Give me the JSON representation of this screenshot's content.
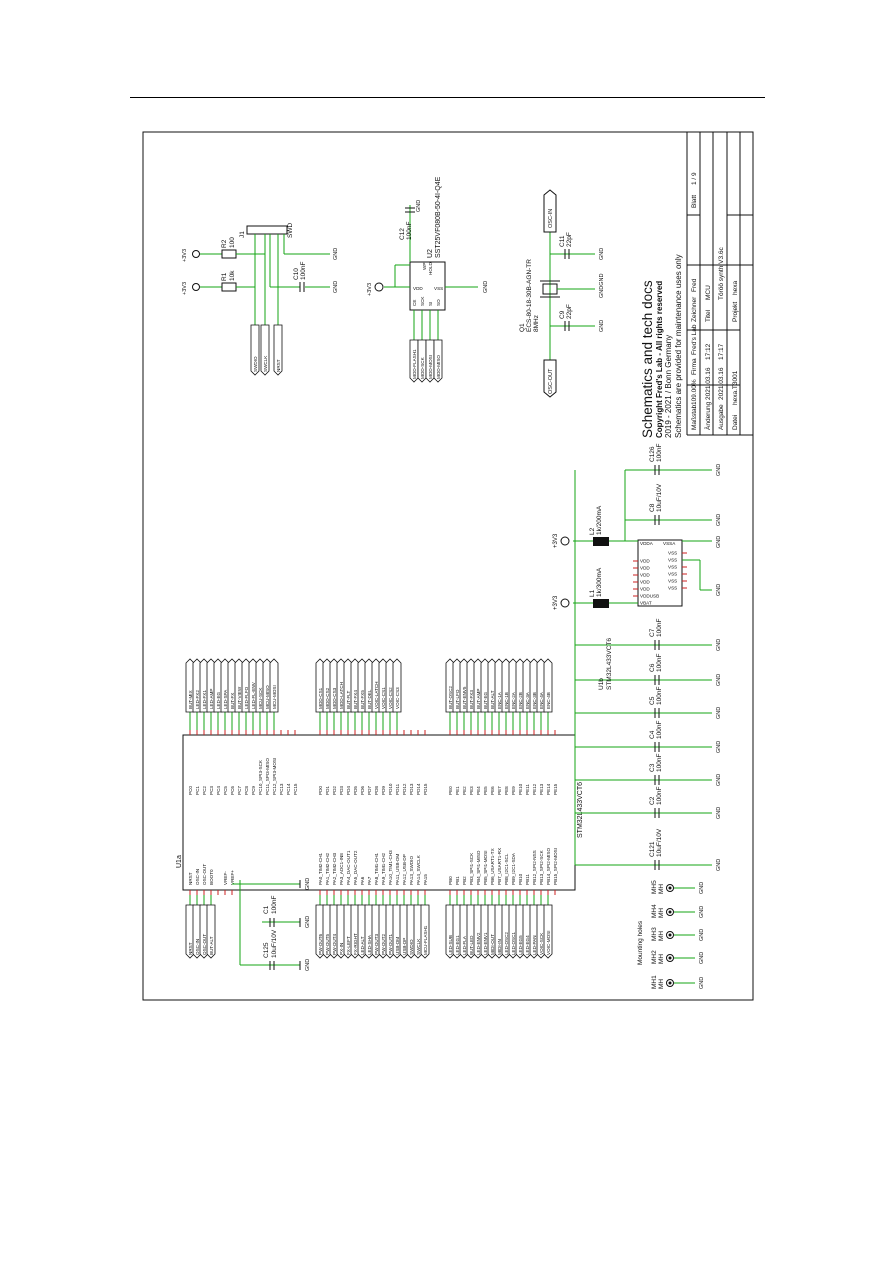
{
  "title_block": {
    "heading": "Schematics and tech docs",
    "copyright": "Copyright Fred's Lab - All rights reserved",
    "address": "2019 - 2021 / Bonn Germany",
    "note": "Schematics are provided for maintenance uses only",
    "rows": [
      {
        "label": "Maßstab",
        "value": "109.00%",
        "label2": "Firma",
        "value2": "Fred's Lab"
      },
      {
        "label": "Änderung",
        "value": "2021.03.16",
        "value_b": "17:12",
        "label2": "Titel",
        "value2": "MCU"
      },
      {
        "label": "Ausgabe",
        "value": "2021.03.16",
        "value_b": "17:17",
        "label2": "",
        "value2": "Töröö synth V3.6c"
      },
      {
        "label": "Datei",
        "value": "hexa.T3001",
        "label2": "Projekt",
        "value2": "hexa"
      }
    ],
    "zeichner_label": "Zeichner",
    "zeichner_value": "Fred",
    "blatt_label": "Blatt",
    "blatt_value": "1 / 9"
  },
  "parts": {
    "u1a": "U1a",
    "u1a_part": "STM32L433VCT6",
    "u1b": "U1b",
    "u1b_part": "STM32L433VCT6",
    "u2": "U2",
    "u2_part": "SST25VF080B-50-4I-Q4E",
    "q1": "Q1",
    "q1_part": "ECS-80-18-30B-AGN-TR",
    "q1_value": "8MHz",
    "j1": "J1",
    "j1_value": "SWD",
    "r1": "R1",
    "r1_value": "10k",
    "r2": "R2",
    "r2_value": "100",
    "l1": "L1",
    "l1_value": "1k/300mA",
    "l2": "L2",
    "l2_value": "1k/200mA",
    "mounting": "Mounting holes"
  },
  "power": {
    "vcc": "+3V3",
    "gnd": "GND",
    "gndgnd": "GNDGND"
  },
  "caps_bottom": [
    {
      "ref": "C121",
      "value": "10uF/10V"
    },
    {
      "ref": "C2",
      "value": "100nF"
    },
    {
      "ref": "C3",
      "value": "100nF"
    },
    {
      "ref": "C4",
      "value": "100nF"
    },
    {
      "ref": "C5",
      "value": "100nF"
    },
    {
      "ref": "C6",
      "value": "100nF"
    },
    {
      "ref": "C7",
      "value": "100nF"
    }
  ],
  "caps_right": [
    {
      "ref": "C8",
      "value": "10uF/10V"
    },
    {
      "ref": "C126",
      "value": "100nF"
    }
  ],
  "caps_misc": [
    {
      "ref": "C1",
      "value": "100nF"
    },
    {
      "ref": "C125",
      "value": "10uF/10V"
    },
    {
      "ref": "C9",
      "value": "22pF"
    },
    {
      "ref": "C11",
      "value": "22pF"
    },
    {
      "ref": "C10",
      "value": "100nF"
    },
    {
      "ref": "C12",
      "value": "100nF"
    }
  ],
  "mounting_holes": [
    {
      "ref": "MH1",
      "type": "MH"
    },
    {
      "ref": "MH2",
      "type": "MH"
    },
    {
      "ref": "MH3",
      "type": "MH"
    },
    {
      "ref": "MH4",
      "type": "MH"
    },
    {
      "ref": "MH5",
      "type": "MH"
    }
  ],
  "u1a_left_nets": [
    "NRST",
    "OSC-IN",
    "OSC-OUT",
    "BUT-ALT"
  ],
  "u1a_left_pins": [
    "NRST",
    "OSC-IN",
    "OSC-OUT",
    "BOOT0",
    "",
    "VREF-",
    "VREF+"
  ],
  "u1a_pa_pins": [
    "PA0_TIM2-CH1",
    "PA1_TIM2-CH2",
    "PA2_TIM2-CH3",
    "PA3_ADC1-IN8",
    "PA4_DAC-OUT1",
    "PA5_DAC-OUT2",
    "PA6",
    "PA7",
    "PA8_TIM1-CH1",
    "PA9_TIM1-CH2",
    "PA10_TIM1-CH3",
    "PA11_USB-DM",
    "PA12_USB-DP",
    "PA13_SWDIO",
    "PA14_SWCLK",
    "PA15"
  ],
  "u1a_pa_nets": [
    "PW-OUT6",
    "PW-OUT5",
    "PW-OUT4",
    "PX-IN",
    "FX-LEFT",
    "FX-RIGHT",
    "LED-ALT",
    "LED-SHA",
    "PW-OUT3",
    "PW-OUT2",
    "PW-OUT1",
    "USB-DM",
    "USB-DP",
    "SWDIO",
    "SWCLK",
    "MCU-FLASH1"
  ],
  "u1a_pb_pins": [
    "PB0",
    "PB1",
    "PB2",
    "PB3_SPI1-SCK",
    "PB4_SPI1-MISO",
    "PB5_SPI1-MOSI",
    "PB6_USART1-TX",
    "PB7_USART1-RX",
    "PB8_I2C1-SCL",
    "PB9_I2C1-SDA",
    "PB10",
    "PB11",
    "PB12_SPI2-NSS",
    "PB13_SPI2-SCK",
    "PB14_SPI2-MISO",
    "PB15_SPI2-MOSI"
  ],
  "u1a_pb_nets": [
    "LED-SUB",
    "LED-EG1",
    "LED-FLA",
    "BUT-LED",
    "LED-ENV2",
    "LED-ENV1",
    "MIDI-OUT",
    "MIDI-IN",
    "LED-OSC2",
    "LED-OSC1",
    "LED-EG5",
    "LED-EG4",
    "LED-PAN",
    "VOIC-SCK",
    "VOIC-MOSI",
    ""
  ],
  "u1a_pc_pins": [
    "PC0",
    "PC1",
    "PC2",
    "PC3",
    "PC4",
    "PC5",
    "PC6",
    "PC7",
    "PC8",
    "PC9",
    "PC10_SPI3-SCK",
    "PC11_SPI3-MISO",
    "PC12_SPI3-MOSI",
    "PC13",
    "PC14",
    "PC15"
  ],
  "u1a_pc_nets": [
    "BUT-MIX",
    "LED-FX2",
    "LED-FX1",
    "LED-AMP",
    "LED-EG",
    "LED-SPA",
    "BUT-FX",
    "BUT-VIEW",
    "LED-FLFO",
    "LED-FL-ENV",
    "MCU-SCK",
    "MCU-MISO",
    "MCU-MOSI"
  ],
  "u1a_pd_pins": [
    "PD0",
    "PD1",
    "PD2",
    "PD3",
    "PD4",
    "PD5",
    "PD6",
    "PD7",
    "PD8",
    "PD9",
    "PD10",
    "PD11",
    "PD12",
    "PD13",
    "PD14",
    "PD15"
  ],
  "u1a_pd_nets": [
    "MOD-CS1",
    "MOD-CS2",
    "MOD-CS3",
    "MOD-LATCH",
    "BUT-FLT",
    "BUT-FX4",
    "BUT-FX5",
    "BUT-DEL",
    "VOIC-LATCH",
    "VOIC-CS1",
    "VOIC-CS2",
    "VOIC-CS3"
  ],
  "u1a_pe_pins": [
    "PE0",
    "PE1",
    "PE2",
    "PE3",
    "PE4",
    "PE5",
    "PE6",
    "PE7",
    "PE8",
    "PE9",
    "PE10",
    "PE11",
    "PE12",
    "PE13",
    "PE14",
    "PE15"
  ],
  "u1a_pe_nets": [
    "BUT-OSC2",
    "BUT-LFO",
    "BUT-ENV5",
    "BUT-FX3",
    "BUT-AMP",
    "BUT-EG",
    "BUT-ALT",
    "ENC-1A",
    "ENC-1B",
    "ENC-2A",
    "ENC-2B",
    "ENC-3A",
    "ENC-3B",
    "ENC-4A",
    "ENC-4B",
    ""
  ],
  "u1b_left_pins": [
    "VBAT",
    "VDDUSB",
    "VDD",
    "VDD",
    "VDD",
    "VDD",
    "VDD"
  ],
  "u1b_right_pins": [
    "VSS",
    "VSS",
    "VSS",
    "VSS",
    "VSS",
    "VSS"
  ],
  "u1b_top": [
    "VDDA",
    "VSSA"
  ],
  "u2_pins": [
    "CE",
    "SCK",
    "SI",
    "SO",
    "WP",
    "HOLD",
    "VDD",
    "VSS"
  ],
  "u2_nets": [
    "MOD-FLASH1",
    "MOD-SCK",
    "MOD-MOSI",
    "MOD-MISO"
  ],
  "swd_nets": [
    "SWDIO",
    "SWCLK",
    "NRST"
  ],
  "osc_nets": [
    "OSC-IN",
    "OSC-OUT"
  ]
}
